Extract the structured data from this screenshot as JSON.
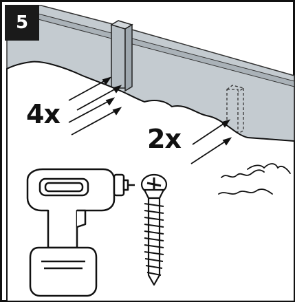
{
  "step": {
    "number": "5"
  },
  "labels": {
    "qty_top": "4x",
    "qty_bottom": "2x"
  },
  "icons": {
    "drill": "cordless-drill-icon",
    "screw": "wood-screw-icon",
    "ground": "soil-ground-icon",
    "edging": "garden-edging-panel",
    "connector": "edging-connector-clip",
    "stake": "ground-stake-dashed"
  },
  "colors": {
    "panel": "#c4cbd0",
    "panel_top": "#aab2b8",
    "ink": "#111111",
    "badge": "#1a1a1a",
    "badge_text": "#ffffff"
  }
}
